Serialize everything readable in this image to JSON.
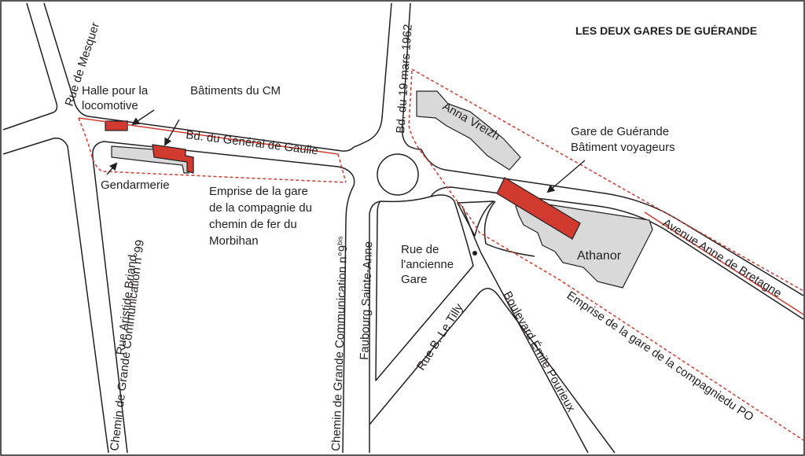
{
  "title": "LES DEUX GARES DE GUÉRANDE",
  "colors": {
    "background": "#ffffff",
    "road_outline": "#231f20",
    "building_gray": "#d9d9d9",
    "building_red": "#d13b2f",
    "boundary_red": "#d13b2f"
  },
  "icons": [
    "arrow-icon",
    "point-marker-icon"
  ],
  "roads": {
    "mesquer": "Rue de Mesquer",
    "general_de_gaulle": "Bd. du Général de Gaulle",
    "dix_neuf_mars": "Bd. du 19 mars 1962",
    "cgc99": "Chemin de Grande Communication n°99",
    "aristide_briand": "Rue Aristide Briand",
    "cgc9bis_main": "Chemin de Grande Communication n°9",
    "cgc9bis_sup": "bis",
    "faubourg": "Faubourg Sainte-Anne",
    "le_tilly": "Rue B. Le Tilly",
    "pourieux": "Boulevard Émile Pourieux",
    "anne_de_bretagne": "Avenue Anne de Bretagne"
  },
  "labels": {
    "halle": [
      "Halle pour la",
      "locomotive"
    ],
    "batiments_cm": "Bâtiments du CM",
    "gendarmerie": "Gendarmerie",
    "emprise_morbihan": [
      "Emprise de la gare",
      "de la compagnie du",
      "chemin de fer du",
      "Morbihan"
    ],
    "gare_guerande": [
      "Gare de Guérande",
      "Bâtiment voyageurs"
    ],
    "anna_vreizh": "Anna Vreizh",
    "athanor": "Athanor",
    "ancienne_gare": [
      "Rue de",
      "l'ancienne",
      "Gare"
    ],
    "emprise_po": "Emprise de la gare de la compagniedu PO"
  }
}
